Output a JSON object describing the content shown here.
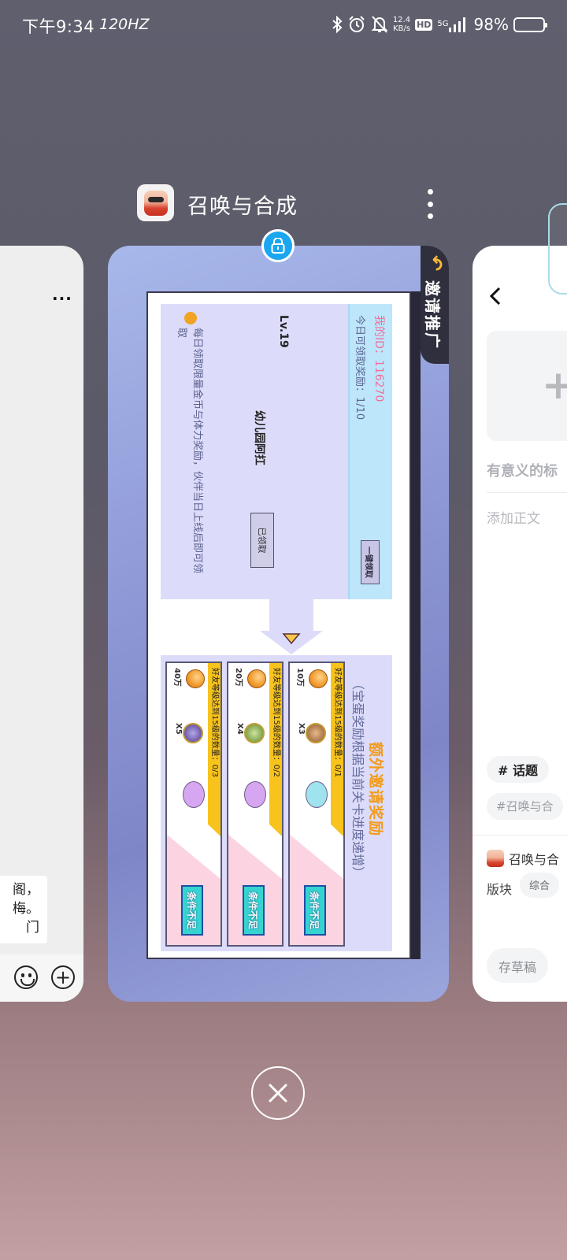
{
  "status_bar": {
    "time": "下午9:34",
    "refresh_rate": "120HZ",
    "net_speed_value": "12.4",
    "net_speed_unit": "KB/s",
    "hd_label": "HD",
    "network_type": "5G",
    "battery_percent": "98%",
    "icons": [
      "bluetooth-icon",
      "alarm-icon",
      "mute-bell-icon",
      "hd-icon",
      "signal-icon",
      "battery-icon"
    ]
  },
  "recents": {
    "app_title": "召唤与合成",
    "more_icon": "more-vertical-icon",
    "lock_icon": "lock-icon",
    "close_all_icon": "close-icon"
  },
  "left_card": {
    "more_label": "...",
    "chat_lines": [
      "阁，",
      "梅。",
      "门"
    ],
    "emoji_icon": "emoji-icon",
    "plus_icon": "plus-circle-icon"
  },
  "game": {
    "invite_tab_label": "邀请推广",
    "my_id": "我的ID：116270",
    "daily_claim": "今日可领取奖励：1/10",
    "claim_all_label": "一键领取",
    "friend_level": "Lv.19",
    "friend_name": "幼儿园阿扛",
    "claimed_label": "已领取",
    "tip": "每日领取限量金币与体力奖励，伙伴当日上线后即可领取",
    "reward_title": "额外邀请奖励",
    "reward_subtitle": "（宝蛋奖励根据当前关卡进度递增）",
    "rewards": [
      {
        "condition": "好友等级达到15级的数量：0/1",
        "coins": "10万",
        "hero_count": "X3",
        "button": "条件不足",
        "egg_color": "#9fe3ee"
      },
      {
        "condition": "好友等级达到15级的数量：0/2",
        "coins": "20万",
        "hero_count": "X4",
        "button": "条件不足",
        "egg_color": "#d7a6f0"
      },
      {
        "condition": "好友等级达到15级的数量：0/3",
        "coins": "40万",
        "hero_count": "X5",
        "button": "条件不足",
        "egg_color": "#d7a6f0"
      }
    ]
  },
  "right_card": {
    "back_icon": "back-arrow-icon",
    "upload_icon": "plus-icon",
    "title_placeholder": "有意义的标",
    "body_placeholder": "添加正文",
    "topic_chip": "# 话题",
    "tag_chip": "#召唤与合",
    "app_name": "召唤与合",
    "board_label": "版块",
    "board_chip": "综合",
    "draft_button": "存草稿"
  }
}
